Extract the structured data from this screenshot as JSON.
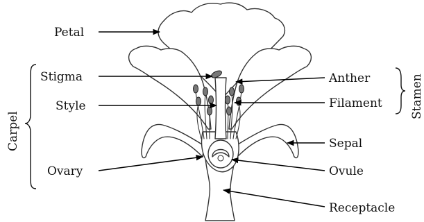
{
  "labels": {
    "petal": "Petal",
    "stigma": "Stigma",
    "style": "Style",
    "ovary": "Ovary",
    "carpel": "Carpel",
    "anther": "Anther",
    "filament": "Filament",
    "stamen": "Stamen",
    "sepal": "Sepal",
    "ovule": "Ovule",
    "receptacle": "Receptacle"
  }
}
